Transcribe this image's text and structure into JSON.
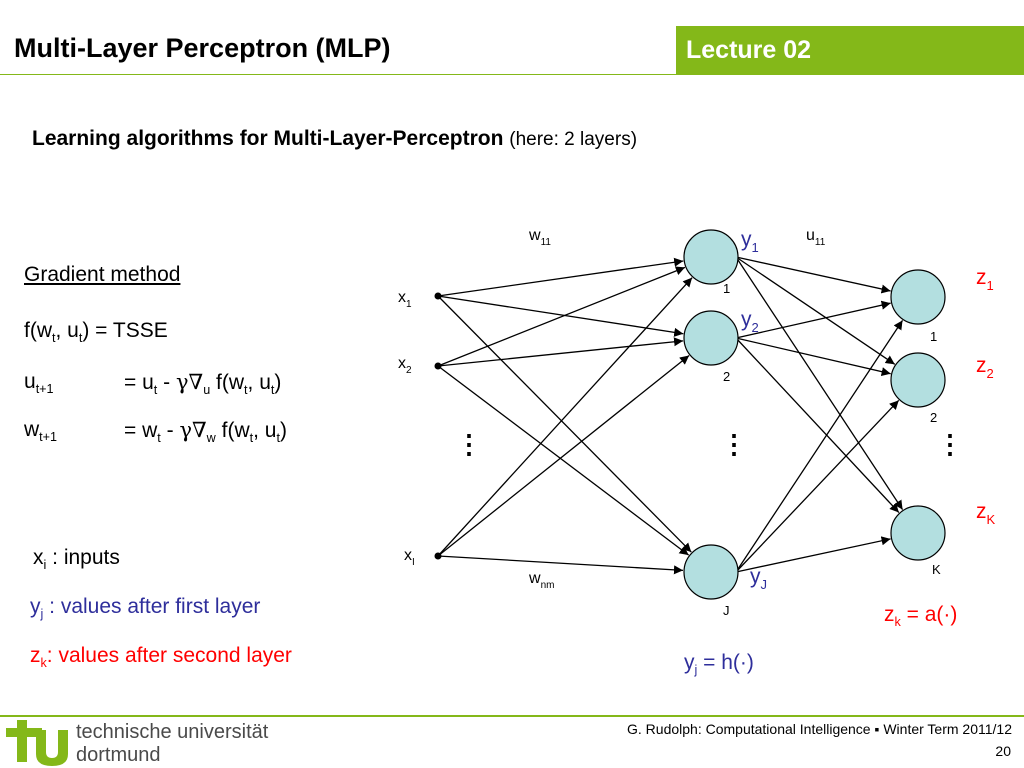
{
  "header": {
    "title": "Multi-Layer Perceptron (MLP)",
    "lecture": "Lecture 02",
    "accent_color": "#84b819"
  },
  "subheading": {
    "bold": "Learning algorithms for Multi-Layer-Perceptron",
    "note": "(here: 2 layers)"
  },
  "gradient": {
    "heading": "Gradient method",
    "f_line": {
      "a": "f(w",
      "b": ", u",
      "c": ") = TSSE",
      "t1": "t",
      "t2": "t"
    },
    "u_line": {
      "lhs": "u",
      "lhs_sub": "t+1",
      "rhs1": "= u",
      "rhs_sub1": "t",
      "rhs2": " - ",
      "gamma": "γ",
      "nabla": "∇",
      "nabla_sub": "u",
      "rhs3": " f(w",
      "rhs_sub2": "t",
      "rhs4": ", u",
      "rhs_sub3": "t",
      "rhs5": ")"
    },
    "w_line": {
      "lhs": "w",
      "lhs_sub": "t+1",
      "rhs1": "= w",
      "rhs_sub1": "t",
      "rhs2": " - ",
      "gamma": "γ",
      "nabla": "∇",
      "nabla_sub": "w",
      "rhs3": " f(w",
      "rhs_sub2": "t",
      "rhs4": ", u",
      "rhs_sub3": "t",
      "rhs5": ")"
    }
  },
  "legend": {
    "x": {
      "sym": "x",
      "sub": "i",
      "text": " : inputs"
    },
    "y": {
      "sym": "y",
      "sub": "j",
      "text": " : values after first layer"
    },
    "z": {
      "sym": "z",
      "sub": "k",
      "text": ": values after second layer"
    }
  },
  "formulas": {
    "yj": {
      "sym": "y",
      "sub": "j",
      "text": " = h(·)"
    },
    "zk": {
      "sym": "z",
      "sub": "k",
      "text": " = a(·)"
    }
  },
  "diagram": {
    "inputs": [
      {
        "sym": "x",
        "sub": "1"
      },
      {
        "sym": "x",
        "sub": "2"
      },
      {
        "sym": "x",
        "sub": "I"
      }
    ],
    "hidden": [
      {
        "sym": "y",
        "sub": "1",
        "index": "1"
      },
      {
        "sym": "y",
        "sub": "2",
        "index": "2"
      },
      {
        "sym": "y",
        "sub": "J",
        "index": "J"
      }
    ],
    "outputs": [
      {
        "sym": "z",
        "sub": "1",
        "index": "1"
      },
      {
        "sym": "z",
        "sub": "2",
        "index": "2"
      },
      {
        "sym": "z",
        "sub": "K",
        "index": "K"
      }
    ],
    "weight_top": {
      "sym": "w",
      "sub": "11"
    },
    "weight_bottom": {
      "sym": "w",
      "sub": "nm"
    },
    "weight_second": {
      "sym": "u",
      "sub": "11"
    },
    "ellipsis": "⋮",
    "node_fill": "#b3dfe0",
    "hidden_label_color": "#2e2e9b",
    "output_label_color": "#ff0000"
  },
  "footer": {
    "university_line1": "technische universität",
    "university_line2": "dortmund",
    "credit": "G. Rudolph: Computational Intelligence ▪ Winter Term 2011/12",
    "page": "20"
  }
}
